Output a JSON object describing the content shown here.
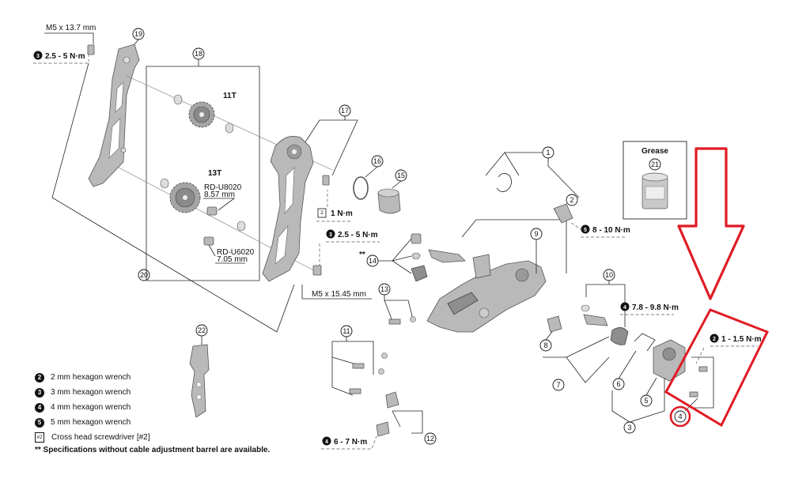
{
  "callouts": {
    "p1": "1",
    "p2": "2",
    "p3": "3",
    "p4": "4",
    "p5": "5",
    "p6": "6",
    "p7": "7",
    "p8": "8",
    "p9": "9",
    "p10": "10",
    "p11": "11",
    "p12": "12",
    "p13": "13",
    "p14": "14",
    "p15": "15",
    "p16": "16",
    "p17": "17",
    "p18": "18",
    "p19": "19",
    "p20": "20",
    "p21": "21",
    "p22": "22"
  },
  "annotations": {
    "bolt_top": "M5 x 13.7 mm",
    "bolt_bottom": "M5 x 15.45 mm",
    "cog_11t": "11T",
    "cog_13t": "13T",
    "spacer_u8020_model": "RD-U8020",
    "spacer_u8020_size": "8.57 mm",
    "spacer_u6020_model": "RD-U6020",
    "spacer_u6020_size": "7.05 mm",
    "grease": "Grease",
    "double_star": "**"
  },
  "torques": {
    "t19": {
      "tool": "3",
      "value": "2.5 - 5 N·m"
    },
    "t17": {
      "tool": "2",
      "value": "1 N·m"
    },
    "t20": {
      "tool": "3",
      "value": "2.5 - 5 N·m"
    },
    "t2": {
      "tool": "5",
      "value": "8 - 10 N·m"
    },
    "t10": {
      "tool": "4",
      "value": "7.8 - 9.8 N·m"
    },
    "t4": {
      "tool": "2",
      "value": "1 - 1.5 N·m"
    },
    "t12": {
      "tool": "4",
      "value": "6 - 7 N·m"
    }
  },
  "legend": {
    "items": [
      {
        "badge": "2",
        "label": "2 mm hexagon wrench"
      },
      {
        "badge": "3",
        "label": "3 mm hexagon wrench"
      },
      {
        "badge": "4",
        "label": "4 mm hexagon wrench"
      },
      {
        "badge": "5",
        "label": "5 mm hexagon wrench"
      }
    ],
    "screwdriver": {
      "badge": "#2",
      "label": "Cross head screwdriver [#2]"
    },
    "note": "** Specifications without cable adjustment barrel are available."
  },
  "highlight": {
    "color": "#e01b24"
  }
}
